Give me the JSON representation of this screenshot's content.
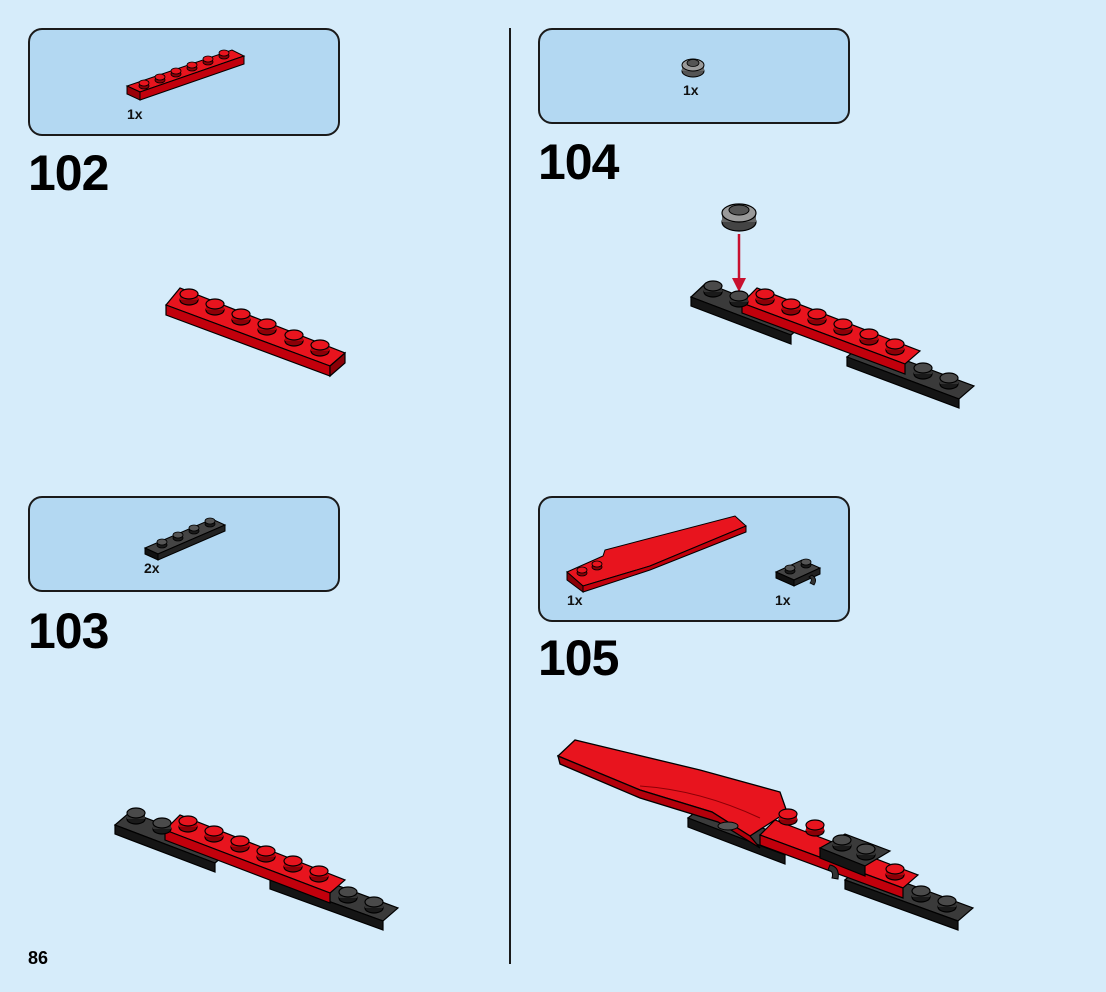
{
  "page": {
    "number": "86"
  },
  "colors": {
    "background": "#d6ecfa",
    "callout": "#b3d8f2",
    "red_brick": "#d9000d",
    "black_brick": "#2b2b2b",
    "grey_tile": "#8a8a8a",
    "arrow": "#c8102e"
  },
  "steps": [
    {
      "number": "102",
      "parts": [
        {
          "qty": "1x",
          "part": "red-1x6-plate"
        }
      ]
    },
    {
      "number": "103",
      "parts": [
        {
          "qty": "2x",
          "part": "black-1x4-plate"
        }
      ]
    },
    {
      "number": "104",
      "parts": [
        {
          "qty": "1x",
          "part": "grey-round-tile"
        }
      ]
    },
    {
      "number": "105",
      "parts": [
        {
          "qty": "1x",
          "part": "red-curved-wing"
        },
        {
          "qty": "1x",
          "part": "black-clip-plate"
        }
      ]
    }
  ]
}
